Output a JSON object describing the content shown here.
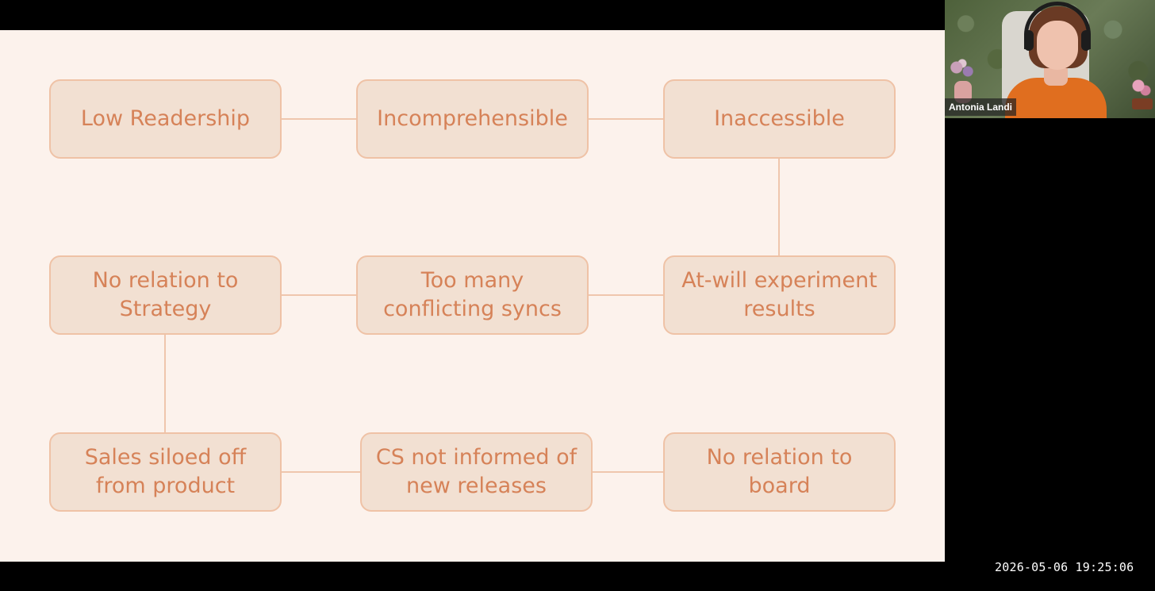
{
  "slide": {
    "rows": [
      {
        "nodes": [
          {
            "text": "Low Readership"
          },
          {
            "text": "Incomprehensible"
          },
          {
            "text": "Inaccessible"
          }
        ]
      },
      {
        "nodes": [
          {
            "text": "No relation to\nStrategy"
          },
          {
            "text": "Too many\nconflicting syncs"
          },
          {
            "text": "At-will experiment\nresults"
          }
        ]
      },
      {
        "nodes": [
          {
            "text": "Sales siloed off\nfrom product"
          },
          {
            "text": "CS not informed of\nnew releases"
          },
          {
            "text": "No relation to\nboard"
          }
        ]
      }
    ]
  },
  "video_tile": {
    "participant_name": "Antonia Landi"
  },
  "overlay": {
    "timestamp": "2026-05-06  19:25:06"
  },
  "colors": {
    "slide_background": "#fcf2ec",
    "node_fill": "#f2e0d2",
    "node_border": "#efc2a6",
    "node_text": "#d68258",
    "connector": "#efc6ad"
  }
}
